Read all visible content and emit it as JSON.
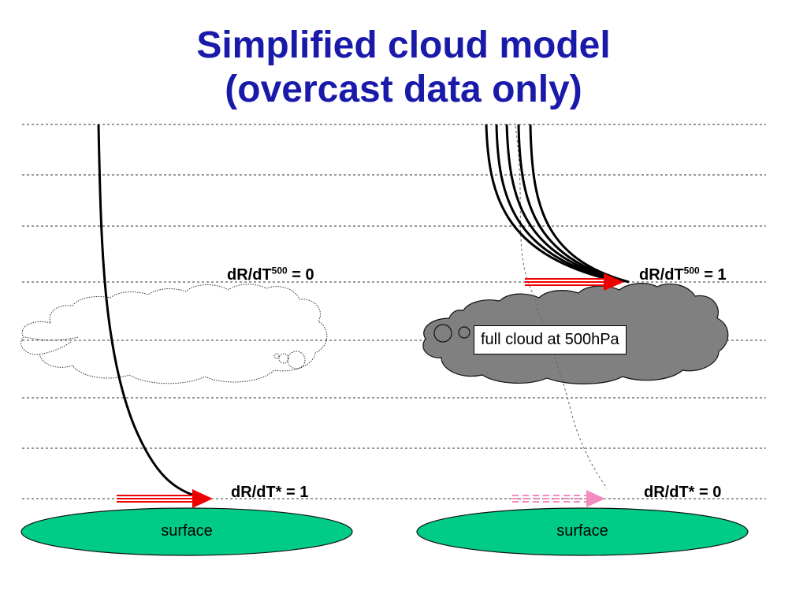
{
  "title": {
    "line1": "Simplified cloud model",
    "line2": "(overcast data only)"
  },
  "left_panel": {
    "upper_label_prefix": "dR/dT",
    "upper_label_sup": "500",
    "upper_label_suffix": " = 0",
    "lower_label": "dR/dT* = 1",
    "surface_label": "surface"
  },
  "right_panel": {
    "upper_label_prefix": "dR/dT",
    "upper_label_sup": "500",
    "upper_label_suffix": " = 1",
    "lower_label": "dR/dT* = 0",
    "cloud_label": "full cloud at 500hPa",
    "surface_label": "surface"
  },
  "colors": {
    "title": "#1a1aaa",
    "surface_fill": "#00cc88",
    "cloud_fill": "#808080",
    "arrow_red": "#ee0000",
    "arrow_pink": "#f28cc0",
    "dashed_level": "#333333"
  }
}
